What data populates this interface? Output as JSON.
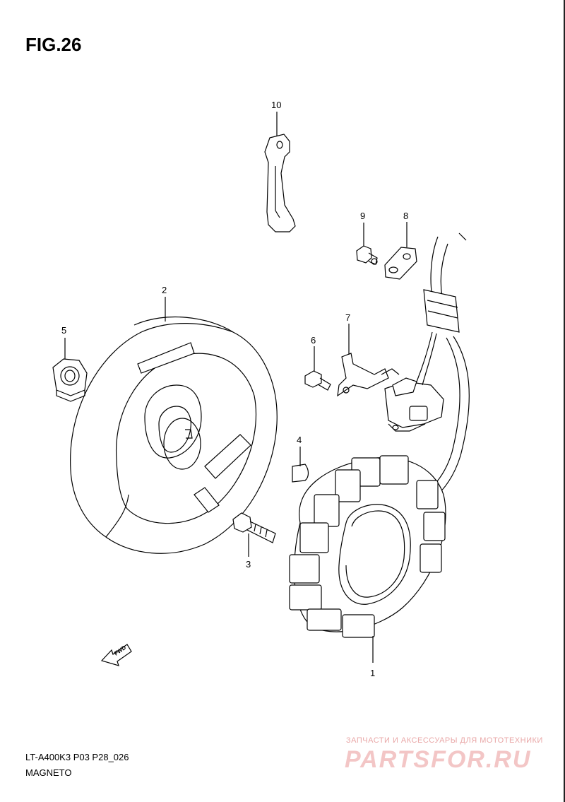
{
  "figure": {
    "title": "FIG.26",
    "model_code": "LT-A400K3 P03 P28_026",
    "section_name": "MAGNETO",
    "fwd_label": "FWD"
  },
  "callouts": {
    "c1": "1",
    "c2": "2",
    "c3": "3",
    "c4": "4",
    "c5": "5",
    "c6": "6",
    "c7": "7",
    "c8": "8",
    "c9": "9",
    "c10": "10"
  },
  "watermark": {
    "tagline": "ЗАПЧАСТИ И АКСЕССУАРЫ ДЛЯ МОТОТЕХНИКИ",
    "logo_text": "PARTSFOR.RU"
  },
  "colors": {
    "line": "#000000",
    "watermark": "#e9a7a7"
  }
}
